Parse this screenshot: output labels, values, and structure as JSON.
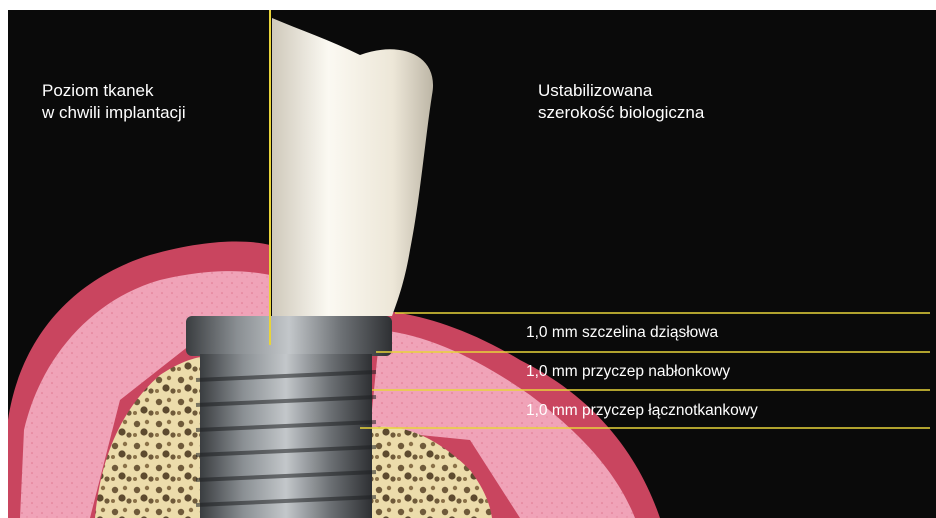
{
  "left_label": {
    "line1": "Poziom tkanek",
    "line2": "w chwili implantacji"
  },
  "right_label": {
    "line1": "Ustabilizowana",
    "line2": "szerokość biologiczna"
  },
  "measurements": [
    "1,0 mm szczelina dziąsłowa",
    "1,0 mm przyczep nabłonkowy",
    "1,0 mm przyczep łącznotkankowy"
  ],
  "colors": {
    "background": "#0a0a0a",
    "marker_line": "#e8d43a",
    "gum": "#d75a7a",
    "gum_inner": "#f2a9bd",
    "bone": "#e9d8a6",
    "crown": "#f1ede2",
    "implant": "#6b6f73"
  }
}
